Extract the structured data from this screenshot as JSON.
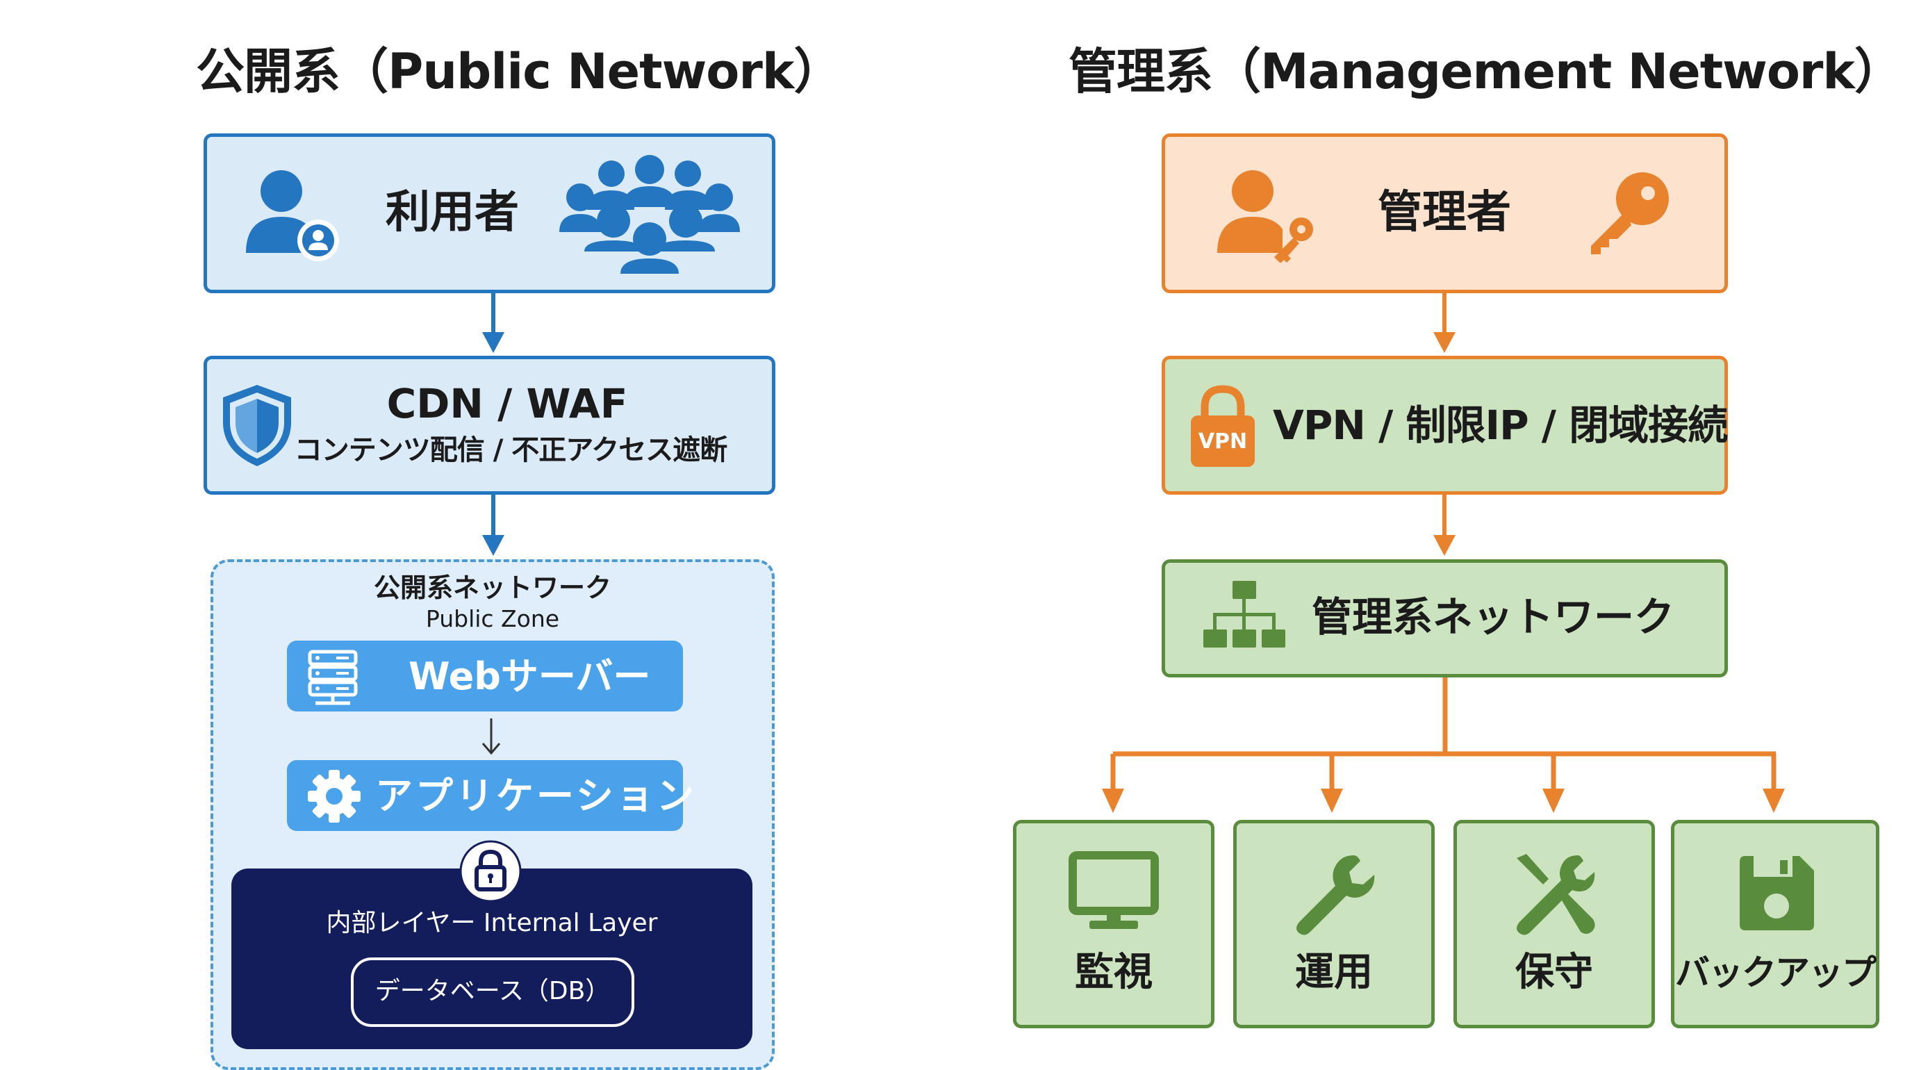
{
  "public": {
    "title": "公開系（Public Network）",
    "user_label": "利用者",
    "cdn_title": "CDN / WAF",
    "cdn_subtitle": "コンテンツ配信 / 不正アクセス遮断",
    "zone_title": "公開系ネットワーク",
    "zone_subtitle": "Public Zone",
    "web_server": "Webサーバー",
    "application": "アプリケーション",
    "internal_layer": "内部レイヤー Internal Layer",
    "database": "データベース（DB）"
  },
  "management": {
    "title": "管理系（Management Network）",
    "admin_label": "管理者",
    "vpn_badge": "VPN",
    "vpn_label": "VPN / 制限IP / 閉域接続",
    "network_label": "管理系ネットワーク",
    "tasks": [
      {
        "label": "監視",
        "icon": "monitor-icon"
      },
      {
        "label": "運用",
        "icon": "wrench-icon"
      },
      {
        "label": "保守",
        "icon": "tools-icon"
      },
      {
        "label": "バックアップ",
        "icon": "floppy-disk-icon"
      }
    ]
  },
  "colors": {
    "public_accent": "#2476c0",
    "public_fill": "#dbeaf7",
    "management_accent": "#e8822c",
    "management_fill": "#fde3cd",
    "green_fill": "#cce3c0",
    "green_border": "#5a8c3e",
    "pill_blue": "#4aa2ea",
    "internal_navy": "#141d5c"
  }
}
